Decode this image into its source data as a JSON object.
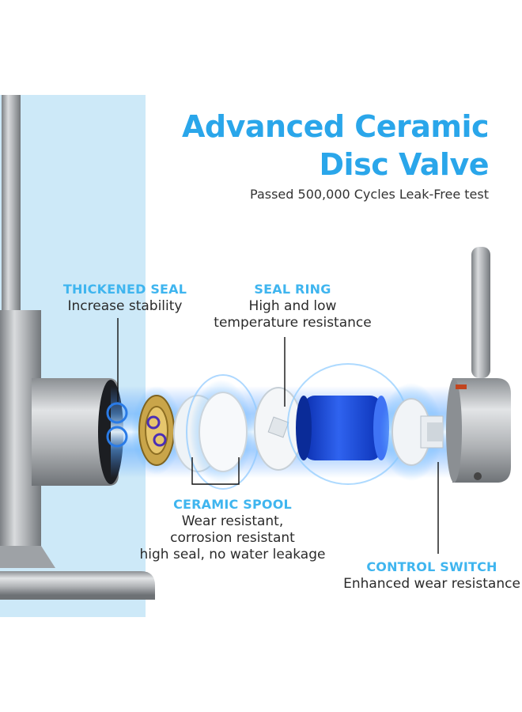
{
  "heading": {
    "title_line1": "Advanced Ceramic",
    "title_line2": "Disc Valve",
    "subtitle": "Passed 500,000 Cycles Leak-Free test"
  },
  "callouts": {
    "thickened_seal": {
      "title": "THICKENED SEAL",
      "desc": "Increase stability"
    },
    "seal_ring": {
      "title": "SEAL RING",
      "desc_line1": "High and low",
      "desc_line2": "temperature resistance"
    },
    "ceramic_spool": {
      "title": "CERAMIC SPOOL",
      "desc_line1": "Wear resistant,",
      "desc_line2": "corrosion resistant",
      "desc_line3": "high seal, no water leakage"
    },
    "control_switch": {
      "title": "CONTROL SWITCH",
      "desc": "Enhanced wear resistance"
    }
  },
  "colors": {
    "accent": "#2aa6ea",
    "panel": "#cde9f8",
    "steel": "#a9acb0",
    "valve_blue": "#1f4fd8"
  }
}
